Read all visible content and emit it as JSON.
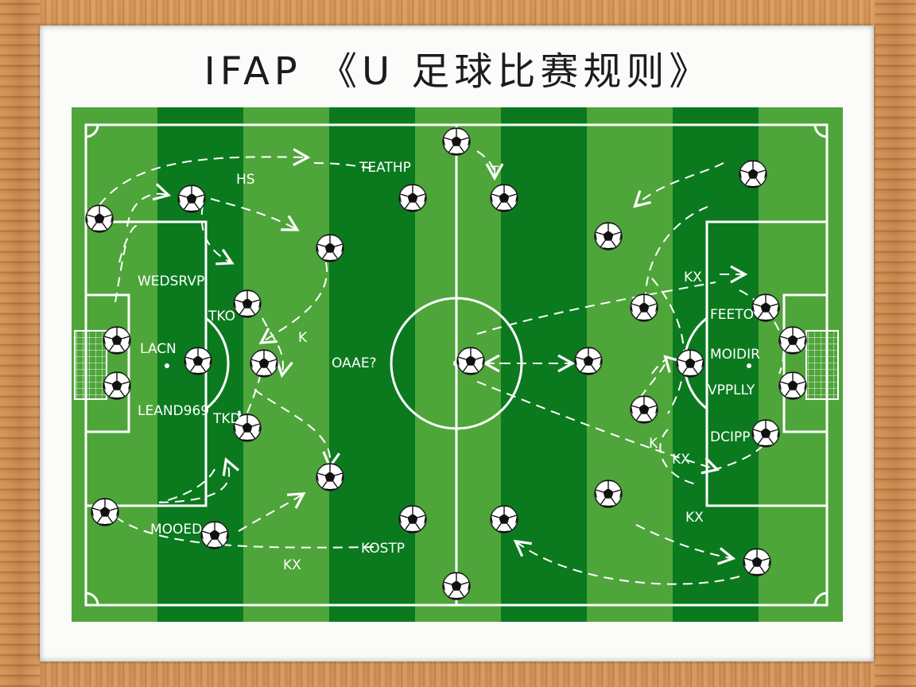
{
  "title": "IFAP 《U 足球比赛规则》",
  "colors": {
    "grass_light": "#4ea53a",
    "grass_dark": "#0b7a1f",
    "lines": "#ffffff",
    "frame": "#c98a4e",
    "board": "#fbfbf9"
  },
  "labels": {
    "top_left": "HS",
    "top_mid": "TEATHP",
    "top_right_small": "T",
    "left_box_top": "WEDSRVP",
    "left_box_mid": "LACN",
    "left_box_bottom": "LEAND969",
    "left_near_top": "TKO",
    "left_near_bottom": "TKD",
    "left_mid": "K",
    "center": "OAAE?",
    "bottom_left": "MOOED",
    "bottom_mid": "KOSTP",
    "bottom_mark": "KX",
    "right_1": "FEETO",
    "right_2": "MOIDIR",
    "right_3": "VPPLLY",
    "right_4": "DCIPP",
    "right_mark_1": "KX",
    "right_mark_2": "KX",
    "right_mark_3": "KX",
    "right_mark_4": "K"
  }
}
